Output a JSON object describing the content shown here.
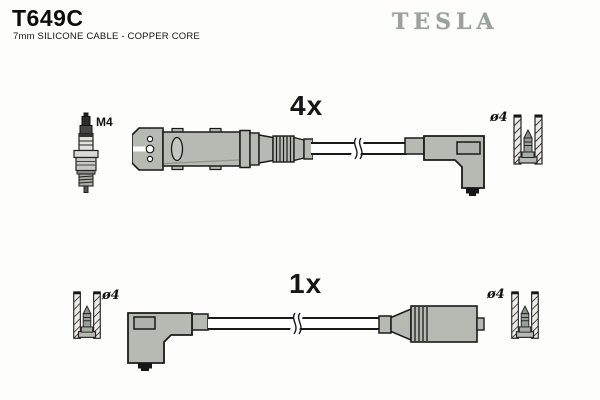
{
  "header": {
    "part_number": "T649C",
    "subtitle": "7mm SILICONE CABLE - COPPER CORE",
    "brand": "TESLA"
  },
  "labels": {
    "plug_thread": "M4",
    "row1_quantity": "4x",
    "row1_terminal_diameter": "ø4",
    "row2_quantity": "1x",
    "row2_terminal_diameter_left": "ø4",
    "row2_terminal_diameter_right": "ø4"
  },
  "colors": {
    "background": "#fdfdfc",
    "line": "#1a1a1a",
    "part_fill": "#b6bab2",
    "part_fill_dark": "#aeb2aa",
    "brand_gray": "#9ba29b"
  }
}
